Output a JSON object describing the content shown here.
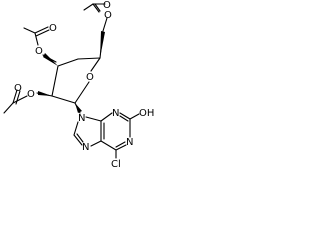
{
  "molecule": {
    "atom_labels": {
      "o_ac1_carbonyl": "O",
      "o_ac1_ester": "O",
      "o_ac2_carbonyl": "O",
      "o_ac3_ester": "O",
      "o_ac3_carbonyl": "O",
      "o_ring": "O",
      "o_ac2_ester": "O",
      "n9": "N",
      "n3": "N",
      "oh": "OH",
      "n7": "N",
      "n1": "N",
      "cl": "Cl"
    },
    "ink_color": "#000000",
    "background_color": "#ffffff"
  }
}
